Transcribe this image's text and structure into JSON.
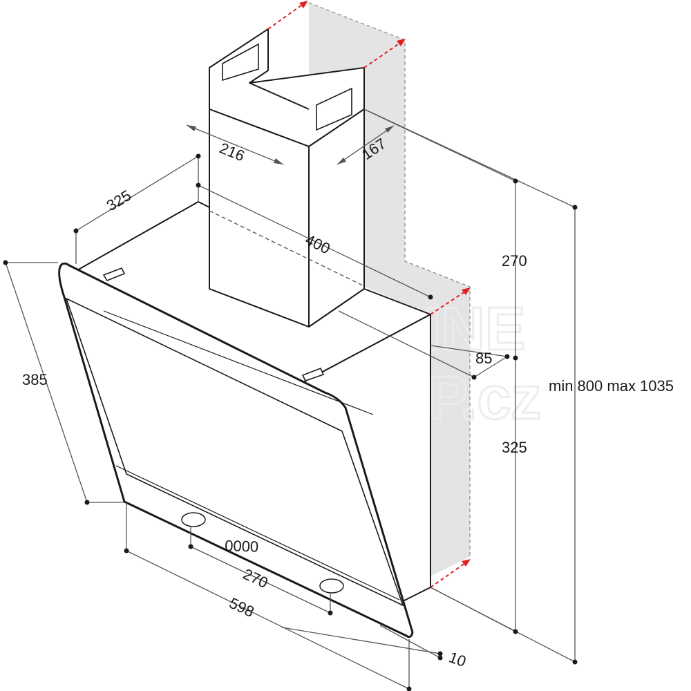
{
  "watermark": {
    "line1": "ONLINE",
    "line2": "SHOP.cz"
  },
  "dimensions": {
    "chimney_width": "216",
    "chimney_depth": "167",
    "hood_depth": "325",
    "hood_length": "400",
    "upper_height": "270",
    "wall_offset": "85",
    "total_height": "min 800 max 1035",
    "lower_height": "325",
    "glass_height": "385",
    "control_spacing": "270",
    "hood_width": "598",
    "glass_thickness": "10"
  },
  "display": {
    "readout": "0000"
  },
  "colors": {
    "outline": "#1a1a1a",
    "dimension_line": "#555555",
    "arrow": "#e02020",
    "wall_shade": "#e4e4e4"
  }
}
